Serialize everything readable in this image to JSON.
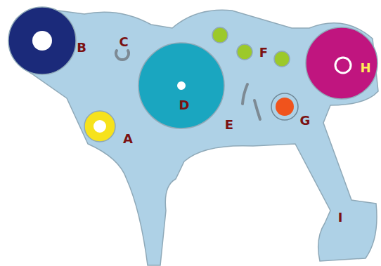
{
  "diagram": {
    "nodes": [
      {
        "text": [
          "D"
        ]
      },
      {
        "text": [
          "H"
        ]
      }
    ],
    "labels": [
      "B",
      "C",
      "F",
      "A",
      "E",
      "G",
      "I"
    ]
  }
}
